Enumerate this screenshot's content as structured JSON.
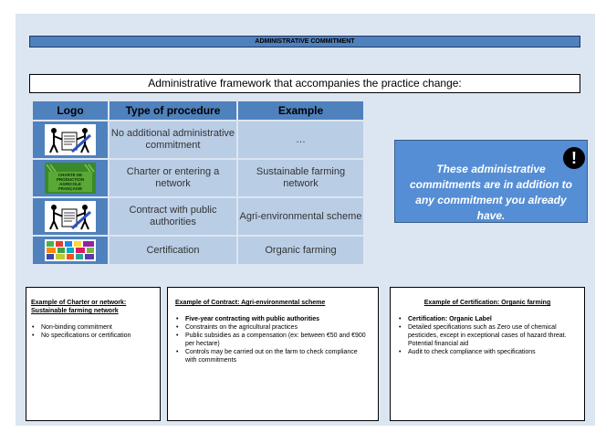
{
  "title": "ADMINISTRATIVE COMMITMENT",
  "framework": "Administrative framework that accompanies the practice change:",
  "table": {
    "headers": [
      "Logo",
      "Type of procedure",
      "Example"
    ],
    "rows": [
      {
        "procedure": "No additional administrative commitment",
        "example": "…"
      },
      {
        "procedure": "Charter or entering a network",
        "example": "Sustainable farming network"
      },
      {
        "procedure": "Contract with public authorities",
        "example": "Agri-environmental scheme"
      },
      {
        "procedure": "Certification",
        "example": "Organic farming"
      }
    ],
    "charter_logo_text": [
      "CHARTE DE",
      "PRODUCTION",
      "AGRICOLE",
      "FRANÇAISE"
    ]
  },
  "note": {
    "text": "These administrative commitments are in addition to any commitment you already have.",
    "icon": "!"
  },
  "boxes": {
    "charter": {
      "title": "Example of Charter or network: Sustainable farming network",
      "items": [
        "Non-binding commitment",
        "No specifications or certification"
      ]
    },
    "contract": {
      "title": "Example of Contract: Agri-environmental scheme",
      "items": [
        "Five-year contracting with public authorities",
        "Constraints on the agricultural practices",
        "Public subsidies as a compensation (ex: between €50 and €900 per hectare)",
        "Controls may be carried out on the farm to check compliance with commitments"
      ]
    },
    "certification": {
      "title": "Example of Certification: Organic farming",
      "items": [
        "Certification: Organic Label",
        "Detailed specifications such as Zero use of chemical pesticides, except in exceptional cases of hazard threat. Potential financial aid",
        "Audit to check compliance with specifications"
      ]
    }
  },
  "colors": {
    "slide_bg": "#dce6f2",
    "header_blue": "#4f81bd",
    "cell_blue": "#b9cde5",
    "note_blue": "#558ed5"
  }
}
